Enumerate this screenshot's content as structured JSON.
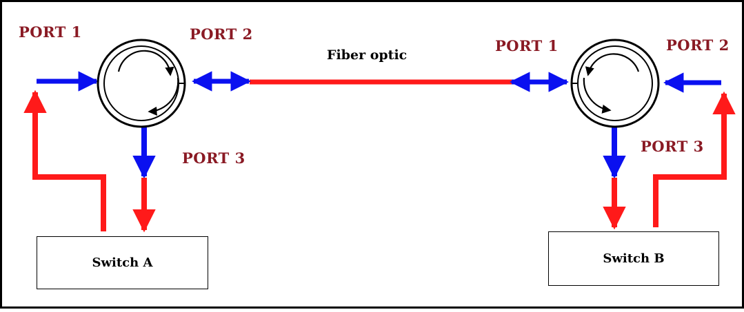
{
  "colors": {
    "label": "#8a1a24",
    "transmit_line": "#ff1a1a",
    "receive_line": "#0a10f0",
    "outline": "#000000"
  },
  "labels": {
    "left_port1": "PORT 1",
    "left_port2": "PORT 2",
    "left_port3": "PORT 3",
    "right_port1": "PORT 1",
    "right_port2": "PORT 2",
    "right_port3": "PORT 3",
    "fiber": "Fiber optic"
  },
  "switches": {
    "a": "Switch A",
    "b": "Switch B"
  },
  "icons": {
    "circulator_left": "clockwise-circulator-icon",
    "circulator_right": "counterclockwise-circulator-icon"
  }
}
